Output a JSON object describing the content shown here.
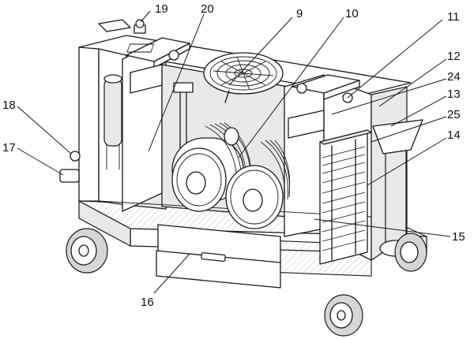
{
  "figure": {
    "labels": [
      {
        "id": "9",
        "text": "9"
      },
      {
        "id": "10",
        "text": "10"
      },
      {
        "id": "11",
        "text": "11"
      },
      {
        "id": "12",
        "text": "12"
      },
      {
        "id": "13",
        "text": "13"
      },
      {
        "id": "14",
        "text": "14"
      },
      {
        "id": "15",
        "text": "15"
      },
      {
        "id": "16",
        "text": "16"
      },
      {
        "id": "17",
        "text": "17"
      },
      {
        "id": "18",
        "text": "18"
      },
      {
        "id": "19",
        "text": "19"
      },
      {
        "id": "20",
        "text": "20"
      },
      {
        "id": "24",
        "text": "24"
      },
      {
        "id": "25",
        "text": "25"
      }
    ]
  }
}
